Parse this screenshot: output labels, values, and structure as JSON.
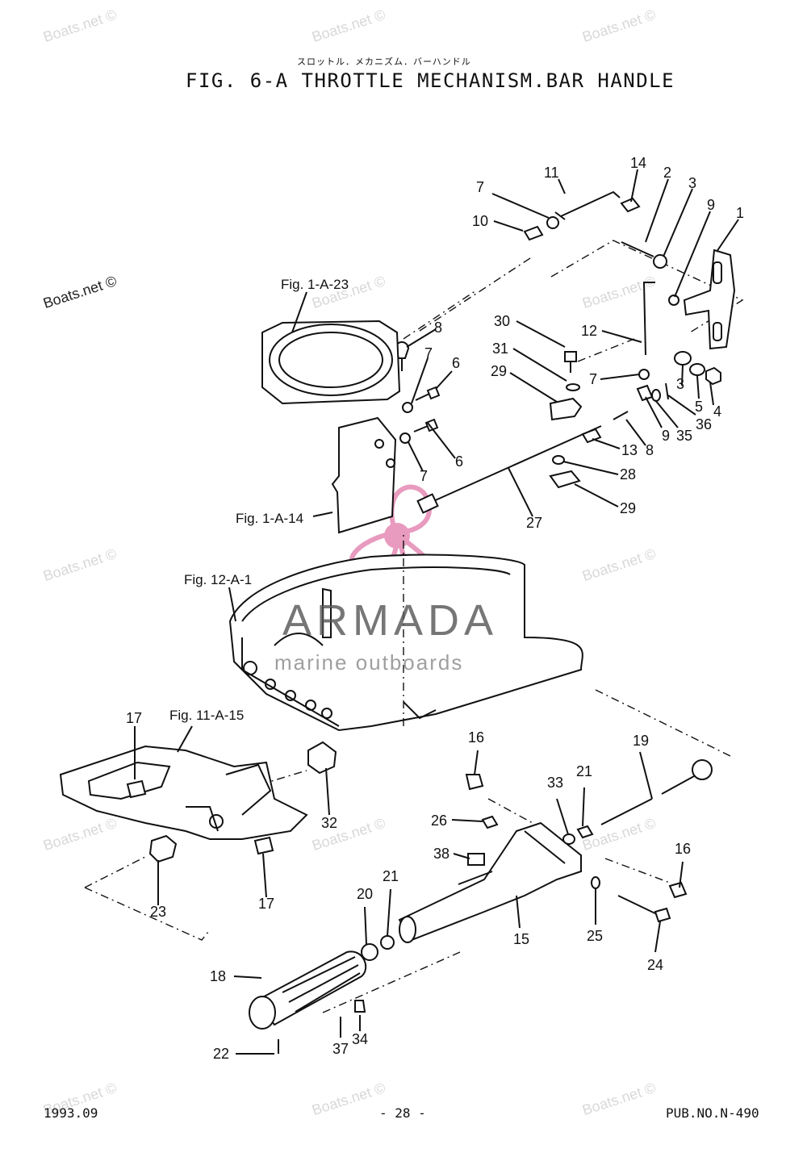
{
  "header": {
    "title_jp": "スロットル．メカニズム．バーハンドル",
    "title": "FIG.  6-A THROTTLE MECHANISM.BAR HANDLE"
  },
  "references": {
    "fig_1_a_23": "Fig. 1-A-23",
    "fig_1_a_14": "Fig. 1-A-14",
    "fig_12_a_1": "Fig. 12-A-1",
    "fig_11_a_15": "Fig. 11-A-15"
  },
  "callouts": {
    "c1": "1",
    "c2": "2",
    "c3": "3",
    "c3b": "3",
    "c4": "4",
    "c5": "5",
    "c6a": "6",
    "c6b": "6",
    "c7a": "7",
    "c7b": "7",
    "c7c": "7",
    "c7d": "7",
    "c8a": "8",
    "c8b": "8",
    "c9a": "9",
    "c9b": "9",
    "c10": "10",
    "c11": "11",
    "c12": "12",
    "c13": "13",
    "c14": "14",
    "c15": "15",
    "c16a": "16",
    "c16b": "16",
    "c17a": "17",
    "c17b": "17",
    "c18": "18",
    "c19": "19",
    "c20": "20",
    "c21a": "21",
    "c21b": "21",
    "c22": "22",
    "c23": "23",
    "c24": "24",
    "c25": "25",
    "c26": "26",
    "c27": "27",
    "c28": "28",
    "c29a": "29",
    "c29b": "29",
    "c30": "30",
    "c31": "31",
    "c32": "32",
    "c33": "33",
    "c34": "34",
    "c35": "35",
    "c36": "36",
    "c37": "37",
    "c38": "38"
  },
  "watermark": {
    "text": "Boats.net ©",
    "logo_brand": "ARMADA",
    "logo_tagline": "marine outboards"
  },
  "footer": {
    "date": "1993.09",
    "page": "- 28 -",
    "pub_no": "PUB.NO.N-490"
  }
}
